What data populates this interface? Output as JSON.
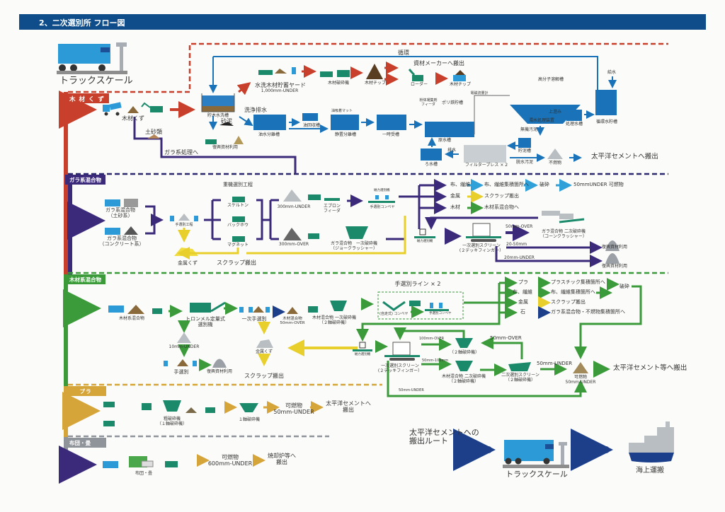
{
  "header": {
    "title": "2、二次選別所 フロー図"
  },
  "colors": {
    "header_blue": "#0f4d8a",
    "wood_red": "#c8402b",
    "rubble_purple": "#3b2a7a",
    "wood_mix_green": "#3b9a3a",
    "plastic_gold": "#d6a53a",
    "futon_gray": "#8f949b",
    "water_blue": "#1a73b8",
    "scrap_yellow": "#f0dc3c",
    "machine_green": "#1a8a6a"
  },
  "truck_scale_top": {
    "label": "トラックスケール"
  },
  "sections": {
    "wood": {
      "tab": "木 材 く ず",
      "items": {
        "wood_waste": "木材くず",
        "soil": "土砂類",
        "to_rubble": "ガラ系処理へ",
        "washing_tank": "貯木水洗槽",
        "sand_mud": "砂泥",
        "reuse": "復興資材利用",
        "wash_drain": "洗浄排水",
        "washed_yard": "水洗木材貯蓄ヤード",
        "washed_yard_size": "1,000mm-UNDER",
        "wood_crusher": "木材破砕機",
        "wood_chip": "木材チップ",
        "circulation": "循環",
        "to_maker": "資材メーカーへ搬出",
        "loader": "ローダー",
        "wood_chip_truck": "木材チップ",
        "oil_separator": "油水分離槽",
        "oil_recovery": "油回収槽",
        "oil_mat": "油吸着マット",
        "static_separator": "静置分離槽",
        "temp_tank": "一時受槽",
        "powder_feeder": "粉体凝集剤\nフィーダ",
        "poly_tank": "ポリ鉄貯槽",
        "raw_water": "原水槽",
        "flow_meter": "電磁流量計",
        "polymer_tank": "高分子溶解槽",
        "turbid_treatment": "濁水処理装置",
        "supernatant": "上澄み",
        "treated_water": "処理水槽",
        "supply_water": "給水",
        "circ_water": "循環水貯槽",
        "inorganic_sludge": "無機汚泥",
        "sludge_tank": "貯泥槽",
        "filter_press": "フィルタープレス × 2",
        "drain": "排水",
        "filtrate": "ろ水槽",
        "dewatered": "脱水汚泥",
        "incombustible": "不燃物",
        "to_taiheiyo": "太平洋セメントへ搬出"
      }
    },
    "rubble": {
      "tab": "ガラ系混合物",
      "items": {
        "soil_type": "ガラ系混合物\n（土砂系）",
        "concrete_type": "ガラ系混合物\n（コンクリート系）",
        "hand_sort": "手選別工程",
        "heavy_sort": "重機選別工程",
        "skeleton": "スケルトン",
        "backhoe": "バックホウ",
        "magnet": "マグネット",
        "under300": "300mm-UNDER",
        "apron": "エプロン\nフィーダ",
        "over300": "300mm-OVER",
        "jaw": "ガラ混合物　一次破砕機\n（ジョークラッシャー）",
        "mag_sep_small": "磁力選別機",
        "hand_conveyor": "手選別コンベヤ",
        "cloth": "布、繊維",
        "cloth_to": "布、繊維集積箇所へ",
        "crush": "破砕",
        "combustible": "50mmUNDER 可燃物",
        "metal": "金属",
        "scrap_out": "スクラップ搬出",
        "wood": "木材",
        "to_wood_mix": "木材系混合物へ",
        "mag_sep": "磁力選別機",
        "primary_screen": "一次選別スクリーン\n(２デッキフィンガー）",
        "over50": "50mm-OVER",
        "cone": "ガラ混合物 二次破砕機\n（コーンクラッシャー）",
        "mid": "20-50mm",
        "under20": "20mm-UNDER",
        "reuse1": "復興資材利用",
        "reuse2": "復興資材利用",
        "metal_scrap": "金属くず",
        "scrap_out2": "スクラップ搬出"
      }
    },
    "wood_mix": {
      "tab": "木材系混合物",
      "items": {
        "wood_mix": "木材系混合物",
        "trommel": "トロンメル定量式\n選別機",
        "under10": "10mm-UNDER",
        "hand_sort": "手選別",
        "reuse": "復興資材利用",
        "primary_hand": "一次手選別",
        "metal_scrap": "金属くず",
        "scrap_out": "スクラップ搬出",
        "over50_pile": "木材混合物\n50mm-OVER",
        "primary_crusher": "木材混合物 一次破砕機\n（２軸破砕機）",
        "hand_line": "手選別ライン × 2",
        "self_conveyor": "(自走式) コンベヤ",
        "hand_conveyor": "手選別コンベヤ",
        "pla": "プラ",
        "to_pla": "プラスチック集積箇所へ",
        "cloth": "布、繊維",
        "to_cloth": "布、繊維集積箇所へ",
        "crush": "破砕",
        "metal": "金属",
        "scrap": "スクラップ搬出",
        "stone": "石",
        "to_rubble": "ガラ系混合物・不燃物集積箇所へ",
        "mag_sep": "磁力選別機",
        "primary_screen": "一次選別スクリーン\n(２デッキフィンガー）",
        "over100": "100mm-OVER",
        "twin_crusher": "（２軸破砕機）",
        "over50": "50mm-OVER",
        "mid": "50mm-100mm",
        "secondary_crusher": "木材混合物 二次破砕機\n（２軸破砕機）",
        "secondary_screen": "二次選別スクリーン\n（２軸破砕機）",
        "under50_a": "50mm-UNDER",
        "under50_b": "50mm-UNDER",
        "combustible": "可燃物\n50mm-UNDER",
        "to_taiheiyo": "太平洋セメント等へ搬出"
      }
    },
    "plastic": {
      "tab": "プラ",
      "items": {
        "coarse": "粗破砕機\n（１軸破砕機）",
        "single": "１軸破砕機",
        "combustible": "可燃物\n50mm-UNDER",
        "to_taiheiyo": "太平洋セメントへ\n搬出"
      }
    },
    "futon": {
      "tab": "布団・畳",
      "items": {
        "futon": "布団・畳",
        "combustible": "可燃物\n600mm-UNDER",
        "to_incinerator": "焼却炉等へ\n搬出"
      }
    }
  },
  "route": {
    "title": "太平洋セメントへの\n搬出ルート",
    "truck_scale": "トラックスケール",
    "sea": "海上運搬"
  }
}
